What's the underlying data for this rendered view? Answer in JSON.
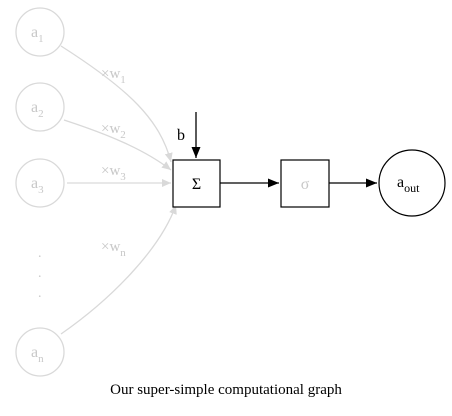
{
  "inputs": [
    {
      "base": "a",
      "sub": "1"
    },
    {
      "base": "a",
      "sub": "2"
    },
    {
      "base": "a",
      "sub": "3"
    },
    {
      "base": "a",
      "sub": "n"
    }
  ],
  "weights": [
    {
      "base": "×w",
      "sub": "1"
    },
    {
      "base": "×w",
      "sub": "2"
    },
    {
      "base": "×w",
      "sub": "3"
    },
    {
      "base": "×w",
      "sub": "n"
    }
  ],
  "ellipsis": ".",
  "bias_label": "b",
  "sum_label": "Σ",
  "activation_label": "σ",
  "output": {
    "base": "a",
    "sub": "out"
  },
  "caption": "Our super-simple computational graph",
  "colors": {
    "faint": "#d9d9d9",
    "faint_text": "#c8c8c8",
    "solid": "#000000"
  }
}
